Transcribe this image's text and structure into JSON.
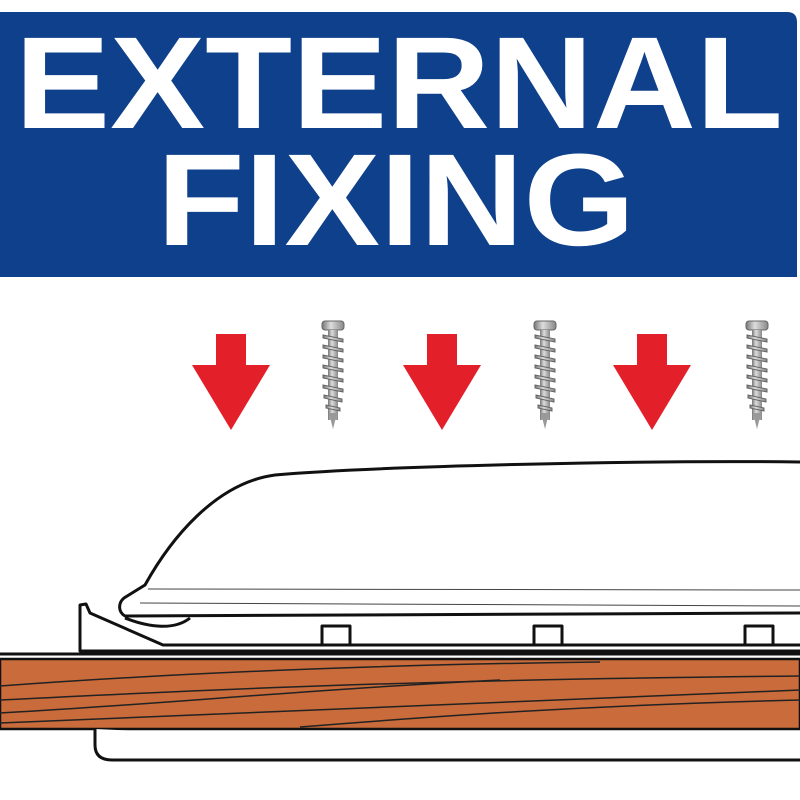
{
  "banner": {
    "line1": "EXTERNAL",
    "line2": "FIXING",
    "background_color": "#0e408c",
    "text_color": "#ffffff"
  },
  "illustration": {
    "arrow_color": "#e3202a",
    "wood_color": "#c96b3a",
    "arrows": 3,
    "screws": 3,
    "icons": [
      "down-arrow-icon",
      "screw-icon"
    ]
  }
}
